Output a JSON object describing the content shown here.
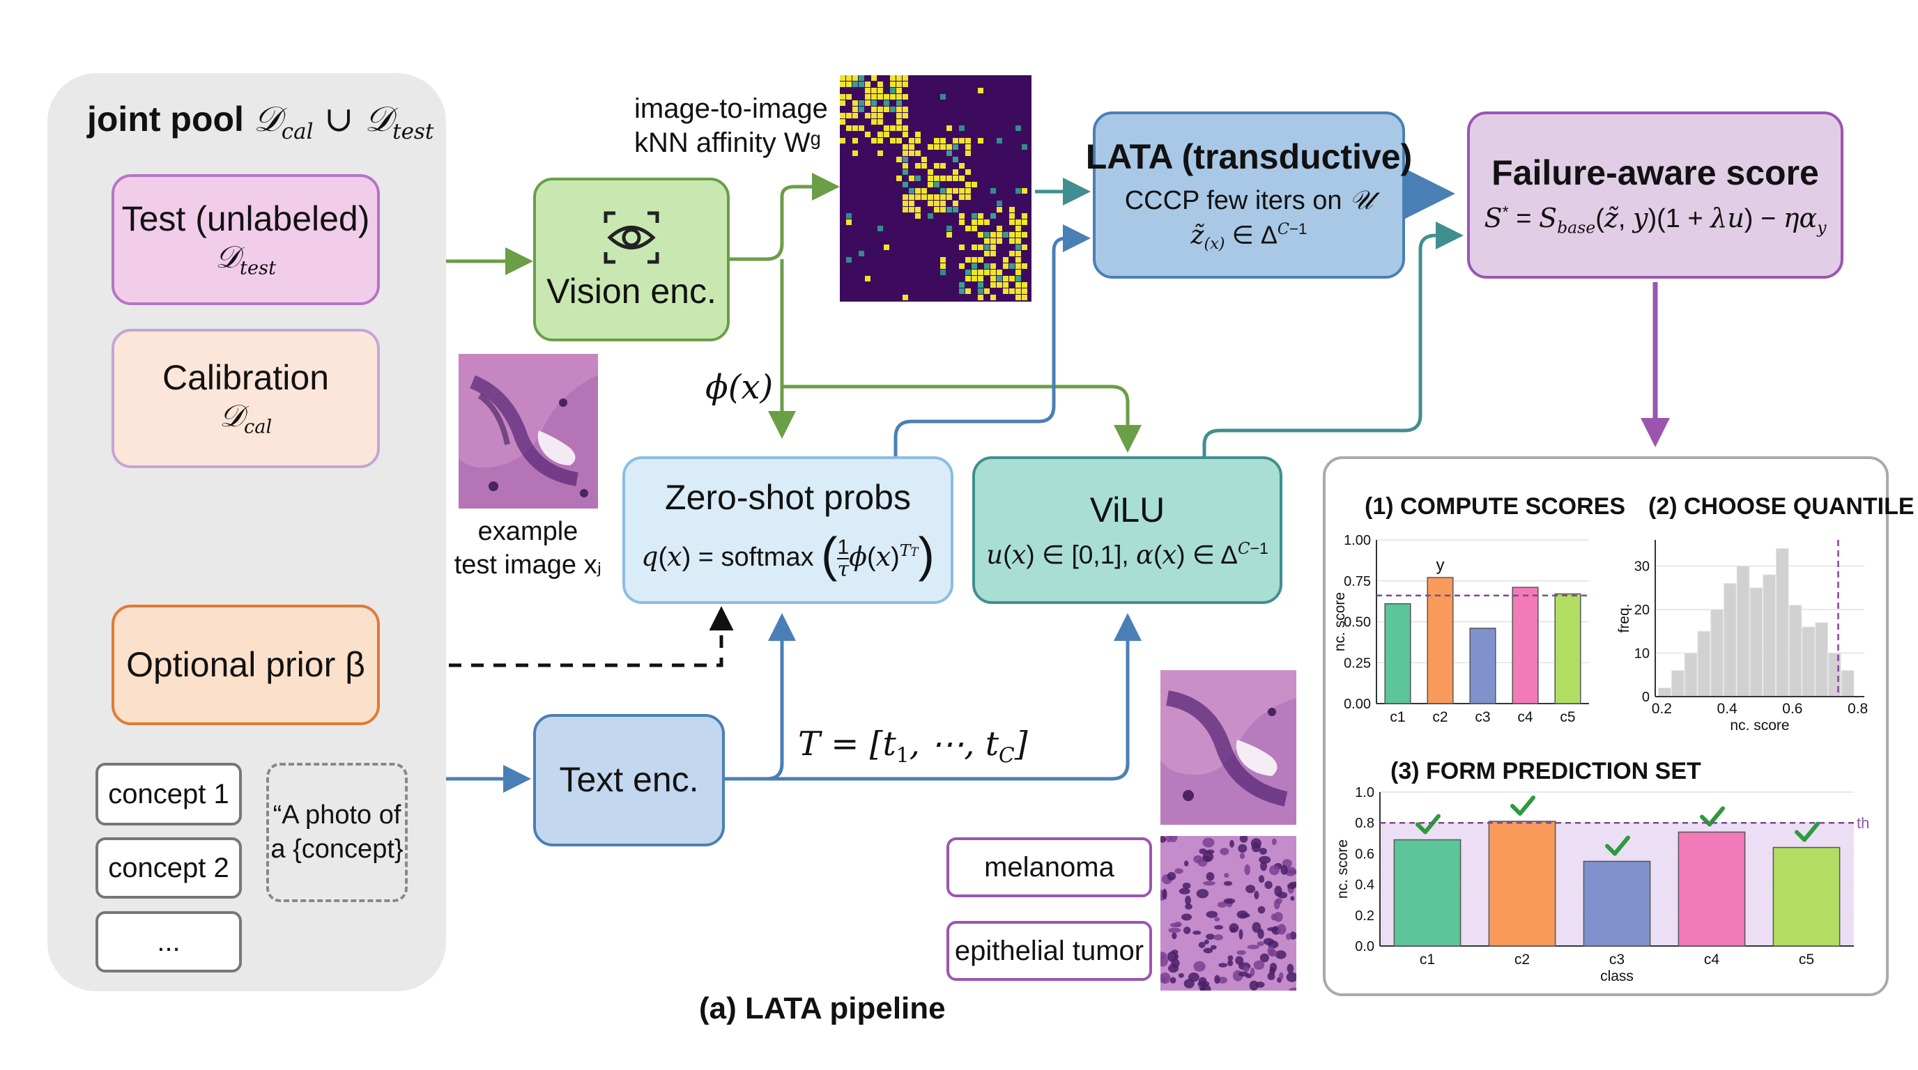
{
  "pool": {
    "title": "joint pool",
    "formula": "𝒟cal ∪ 𝒟test"
  },
  "test_box": {
    "label": "Test (unlabeled)",
    "sub": "𝒟test"
  },
  "cal_box": {
    "label": "Calibration",
    "sub": "𝒟cal"
  },
  "prior_box": {
    "label": "Optional prior β"
  },
  "concepts": [
    "concept 1",
    "concept 2",
    "..."
  ],
  "template": {
    "line1": "“A photo of",
    "line2": "a {concept}"
  },
  "vision": {
    "label": "Vision enc.",
    "icon": "eye-icon"
  },
  "text_enc": {
    "label": "Text enc."
  },
  "affinity": {
    "line1": "image-to-image",
    "line2": "kNN affinity Wᵍ"
  },
  "phi_label": "ϕ(x)",
  "example": {
    "line1": "example",
    "line2": "test image xⱼ"
  },
  "zeroshot": {
    "title": "Zero-shot probs",
    "formula": "q(x) = softmax((1/τ)ϕ(x)ᵀᵀ)"
  },
  "vilu": {
    "title": "ViLU",
    "formula": "u(x) ∈ [0,1], α(x) ∈ Δᶜ⁻¹"
  },
  "lata": {
    "title": "LATA (transductive)",
    "line2": "CCCP few iters on 𝒰",
    "line3": "z̃(x) ∈ Δᶜ⁻¹"
  },
  "failure": {
    "title": "Failure-aware score",
    "formula": "S* = Sbase(z̃,y)(1 + λu) − ηαy"
  },
  "T_label": "T = [t₁, ⋯, tC]",
  "labels": [
    "melanoma",
    "epithelial tumor"
  ],
  "caption": "(a) LATA pipeline",
  "colors": {
    "green": "#6a9e47",
    "blue": "#4a7fb5",
    "teal": "#3f8f8f",
    "purple": "#9b55b0"
  },
  "chart_data": [
    {
      "type": "bar",
      "title": "(1) COMPUTE SCORES",
      "categories": [
        "c1",
        "c2",
        "c3",
        "c4",
        "c5"
      ],
      "values": [
        0.61,
        0.77,
        0.46,
        0.71,
        0.67
      ],
      "colors": [
        "#5cc59a",
        "#f79a5a",
        "#7f92cc",
        "#f27ab9",
        "#b1de62"
      ],
      "ylabel": "nc. score",
      "ylim": [
        0,
        1
      ],
      "yticks": [
        "0.00",
        "0.25",
        "0.50",
        "0.75",
        "1.00"
      ],
      "threshold": 0.66,
      "annotation": "y"
    },
    {
      "type": "bar",
      "title": "(2) CHOOSE QUANTILE",
      "x": [
        0.21,
        0.25,
        0.29,
        0.33,
        0.37,
        0.41,
        0.45,
        0.49,
        0.53,
        0.57,
        0.61,
        0.65,
        0.69,
        0.73,
        0.77
      ],
      "values": [
        2,
        6,
        10,
        15,
        20,
        26,
        30,
        25,
        28,
        34,
        21,
        16,
        17,
        10,
        6
      ],
      "xlabel": "nc. score",
      "ylabel": "freq.",
      "xticks": [
        "0.2",
        "0.4",
        "0.6",
        "0.8"
      ],
      "yticks": [
        "0",
        "10",
        "20",
        "30"
      ],
      "quantile": 0.74
    },
    {
      "type": "bar",
      "title": "(3) FORM PREDICTION SET",
      "categories": [
        "c1",
        "c2",
        "c3",
        "c4",
        "c5"
      ],
      "values": [
        0.69,
        0.81,
        0.55,
        0.74,
        0.64
      ],
      "colors": [
        "#5cc59a",
        "#f79a5a",
        "#7f92cc",
        "#f27ab9",
        "#b1de62"
      ],
      "xlabel": "class",
      "ylabel": "nc. score",
      "ylim": [
        0,
        1
      ],
      "yticks": [
        "0.0",
        "0.2",
        "0.4",
        "0.6",
        "0.8",
        "1.0"
      ],
      "threshold": 0.8,
      "threshold_label": "th",
      "in_set": [
        true,
        true,
        true,
        true,
        true
      ]
    }
  ]
}
